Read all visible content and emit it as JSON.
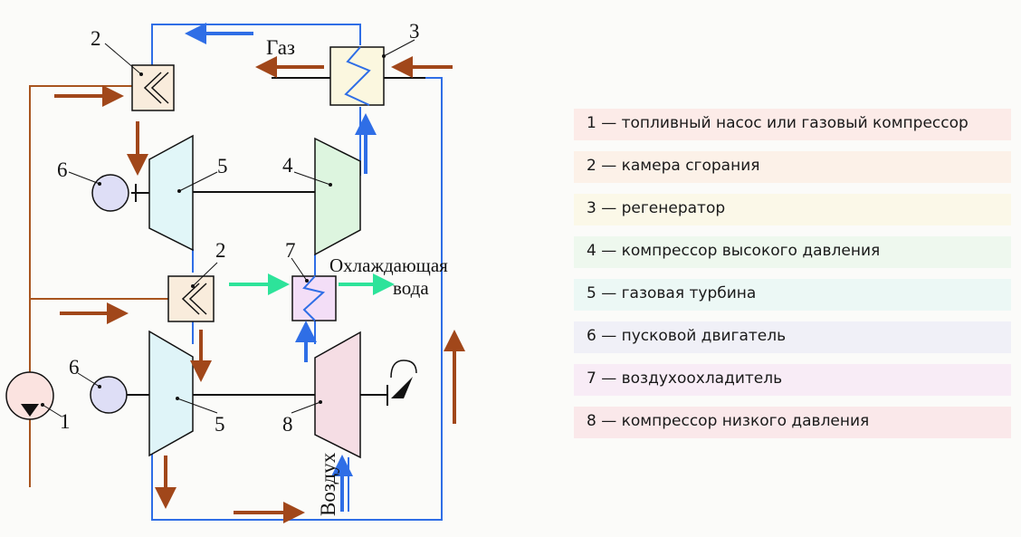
{
  "diagram": {
    "labels": {
      "n1": "1",
      "n2_top": "2",
      "n2_mid": "2",
      "n3": "3",
      "n4": "4",
      "n5_top": "5",
      "n5_bot": "5",
      "n6_top": "6",
      "n6_bot": "6",
      "n7": "7",
      "n8": "8",
      "gas": "Газ",
      "cooling_water_line1": "Охлаждающая",
      "cooling_water_line2": "вода",
      "air": "Воздух"
    },
    "colors": {
      "blue_line": "#2f6ee6",
      "brown_arrow": "#a1471a",
      "green_arrow": "#2de39a",
      "fuel_line": "#a8551f"
    }
  },
  "legend": {
    "items": [
      "1 — топливный насос или газовый компрессор",
      "2 — камера сгорания",
      "3 — регенератор",
      "4 — компрессор высокого давления",
      "5 — газовая турбина",
      "6 — пусковой двигатель",
      "7 — воздухоохладитель",
      "8 — компрессор низкого давления"
    ]
  }
}
